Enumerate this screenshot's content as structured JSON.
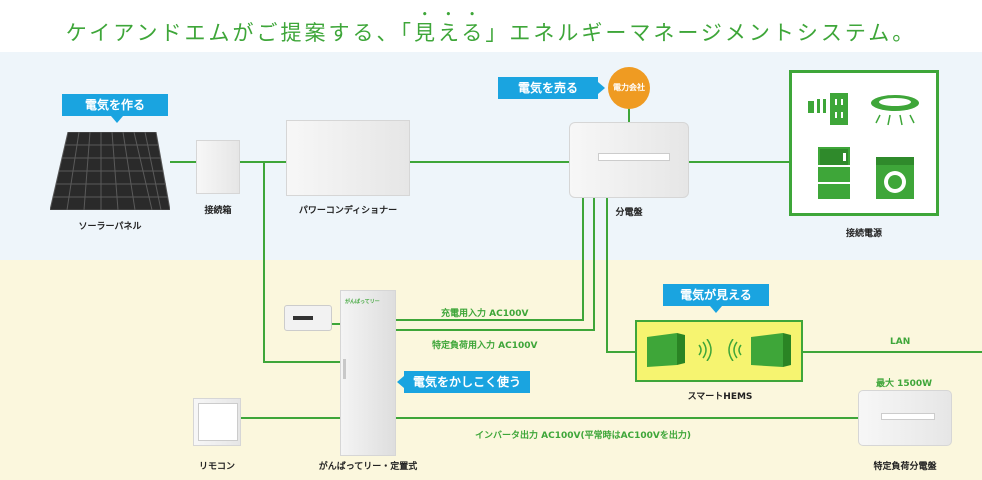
{
  "headline": {
    "before": "ケイアンドエムがご提案する、「",
    "emph": "見える",
    "after": "」エネルギーマネージメントシステム。"
  },
  "tags": {
    "make": "電気を作る",
    "sell": "電気を売る",
    "see": "電気が見える",
    "use": "電気をかしこく使う"
  },
  "power_company": "電力会社",
  "labels": {
    "solar_panel": "ソーラーパネル",
    "junction_box": "接続箱",
    "power_conditioner": "パワーコンディショナー",
    "distribution_board": "分電盤",
    "connected_power": "接続電源",
    "remote": "リモコン",
    "battery": "がんばってリー・定置式",
    "smart_hems": "スマートHEMS",
    "specific_load_board": "特定負荷分電盤"
  },
  "wire_labels": {
    "charge_input": "充電用入力 AC100V",
    "specific_load_input": "特定負荷用入力 AC100V",
    "lan": "LAN",
    "max_power": "最大 1500W",
    "inverter_output": "インバータ出力 AC100V(平常時はAC100Vを出力)"
  },
  "battery_logo": "がんばってリー",
  "colors": {
    "wire": "#3ea639",
    "tag": "#1aa4e0",
    "power_company": "#ef9b22",
    "hems_background": "#f6f470",
    "top_band": "#eef5fa",
    "bottom_band": "#fbf7dd"
  },
  "icons": [
    "outlet-icon",
    "ceiling-light-icon",
    "refrigerator-icon",
    "washing-machine-icon",
    "wifi-signal-icon"
  ]
}
